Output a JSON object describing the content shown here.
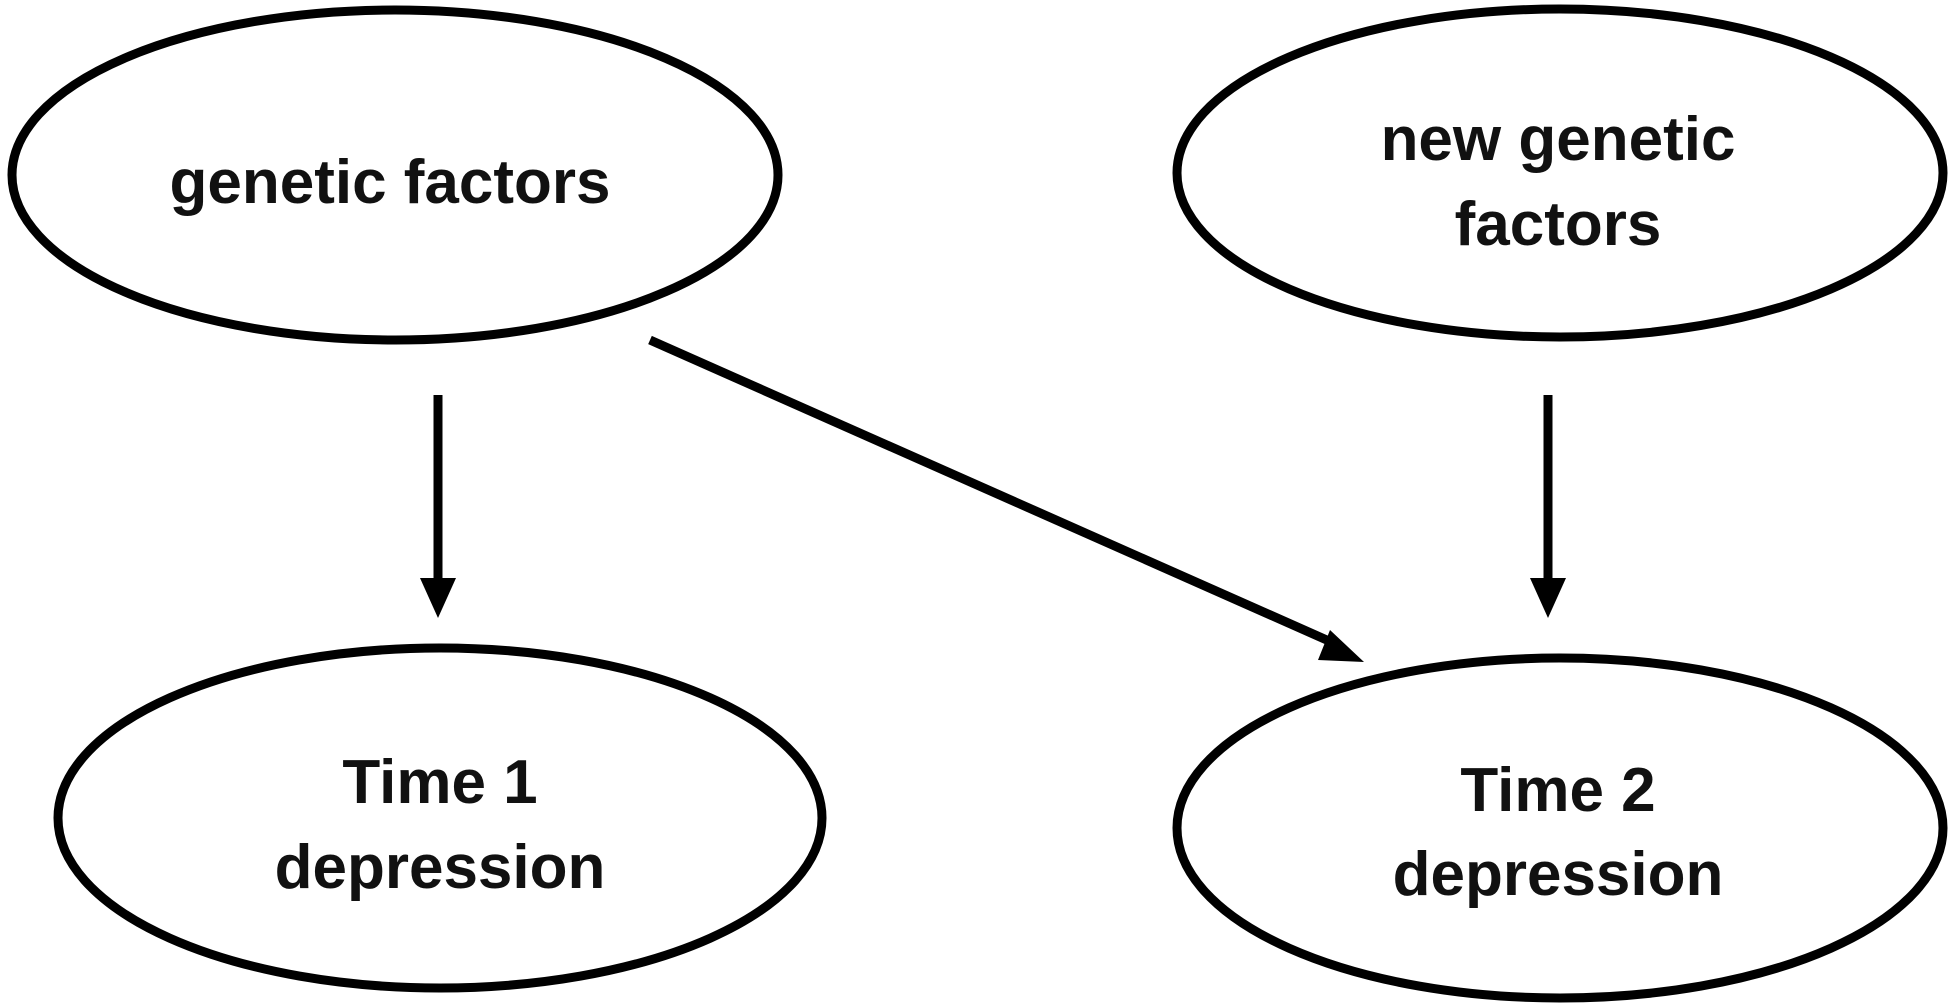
{
  "diagram": {
    "nodes": {
      "genetic_factors": {
        "lines": [
          "genetic factors"
        ]
      },
      "new_genetic_factors": {
        "lines": [
          "new genetic",
          "factors"
        ]
      },
      "time1_depression": {
        "lines": [
          "Time 1",
          "depression"
        ]
      },
      "time2_depression": {
        "lines": [
          "Time 2",
          "depression"
        ]
      }
    },
    "edges": [
      {
        "from": "genetic factors",
        "to": "Time 1 depression"
      },
      {
        "from": "genetic factors",
        "to": "Time 2 depression"
      },
      {
        "from": "new genetic factors",
        "to": "Time 2 depression"
      }
    ],
    "colors": {
      "stroke": "#000000",
      "fill": "#ffffff",
      "text": "#111111"
    }
  }
}
